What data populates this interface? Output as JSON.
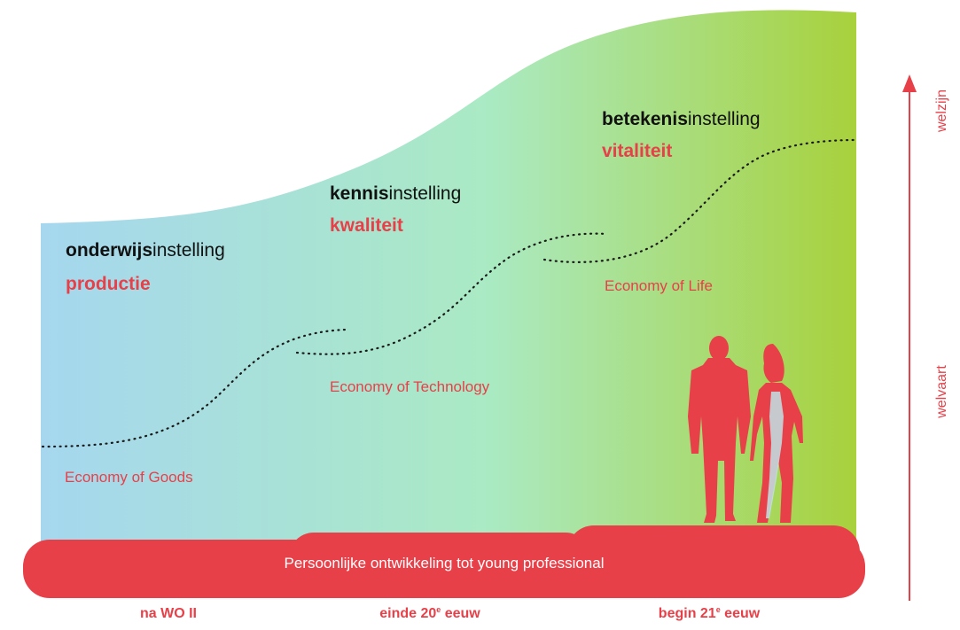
{
  "colors": {
    "accent": "#e84049",
    "gradient_start": "#a6d7ef",
    "gradient_mid": "#aaeac3",
    "gradient_end": "#a8d13c",
    "heading_text": "#111111",
    "dots": "#1a1a1a"
  },
  "eras": [
    {
      "heading_bold": "onderwijs",
      "heading_rest": "instelling",
      "value": "productie",
      "economy": "Economy of Goods"
    },
    {
      "heading_bold": "kennis",
      "heading_rest": "instelling",
      "value": "kwaliteit",
      "economy": "Economy of Technology"
    },
    {
      "heading_bold": "betekenis",
      "heading_rest": "instelling",
      "value": "vitaliteit",
      "economy": "Economy of Life"
    }
  ],
  "bar": {
    "label": "Persoonlijke ontwikkeling tot young professional"
  },
  "timeline": [
    {
      "text": "na WO II",
      "sup": ""
    },
    {
      "text": "einde 20",
      "sup": "e",
      "after": " eeuw"
    },
    {
      "text": "begin 21",
      "sup": "e",
      "after": " eeuw"
    }
  ],
  "axis": {
    "top_label": "welzijn",
    "bottom_label": "welvaart",
    "arrow_icon": "arrow-up-icon"
  },
  "figures": {
    "man_icon": "businessman-silhouette-icon",
    "woman_icon": "businesswoman-silhouette-icon"
  }
}
